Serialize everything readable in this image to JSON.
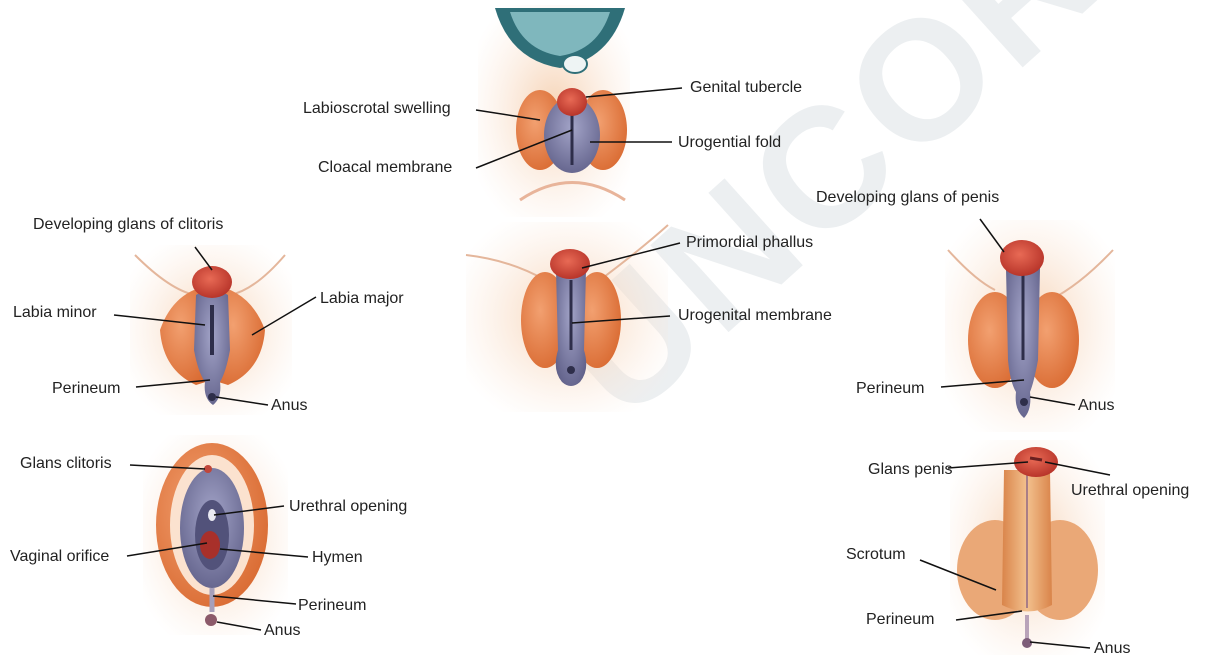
{
  "watermark": "UNCORRECTED PROOFS",
  "labels": {
    "genital_tubercle": "Genital tubercle",
    "labioscrotal_swelling": "Labioscrotal swelling",
    "urogential_fold": "Urogential fold",
    "cloacal_membrane": "Cloacal membrane",
    "developing_glans_clitoris": "Developing glans of clitoris",
    "developing_glans_penis": "Developing glans of penis",
    "primordial_phallus": "Primordial phallus",
    "labia_minor": "Labia minor",
    "labia_major": "Labia major",
    "urogenital_membrane": "Urogenital membrane",
    "perineum_f1": "Perineum",
    "anus_f1": "Anus",
    "perineum_m1": "Perineum",
    "anus_m1": "Anus",
    "glans_clitoris": "Glans clitoris",
    "urethral_opening_f": "Urethral opening",
    "vaginal_orifice": "Vaginal orifice",
    "hymen": "Hymen",
    "perineum_f2": "Perineum",
    "anus_f2": "Anus",
    "glans_penis": "Glans penis",
    "urethral_opening_m": "Urethral opening",
    "scrotum": "Scrotum",
    "perineum_m2": "Perineum",
    "anus_m2": "Anus"
  }
}
